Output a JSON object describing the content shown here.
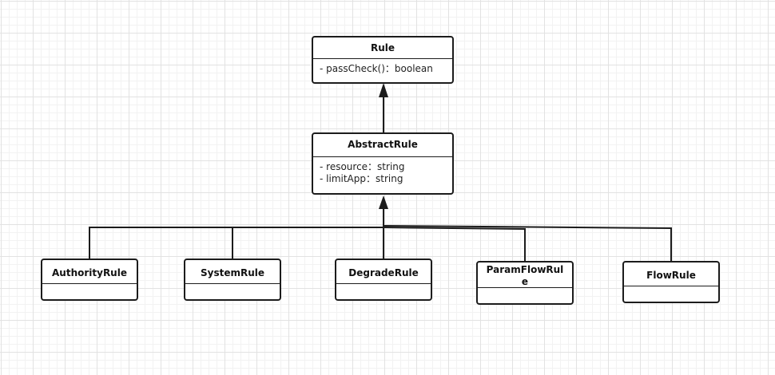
{
  "classes": {
    "rule": {
      "name": "Rule",
      "attributes": [
        "- passCheck()：boolean"
      ]
    },
    "abstract_rule": {
      "name": "AbstractRule",
      "attributes": [
        "- resource：string",
        "- limitApp：string"
      ]
    },
    "authority_rule": {
      "name": "AuthorityRule"
    },
    "system_rule": {
      "name": "SystemRule"
    },
    "degrade_rule": {
      "name": "DegradeRule"
    },
    "param_flow_rule": {
      "name": "ParamFlowRule"
    },
    "flow_rule": {
      "name": "FlowRule"
    }
  }
}
